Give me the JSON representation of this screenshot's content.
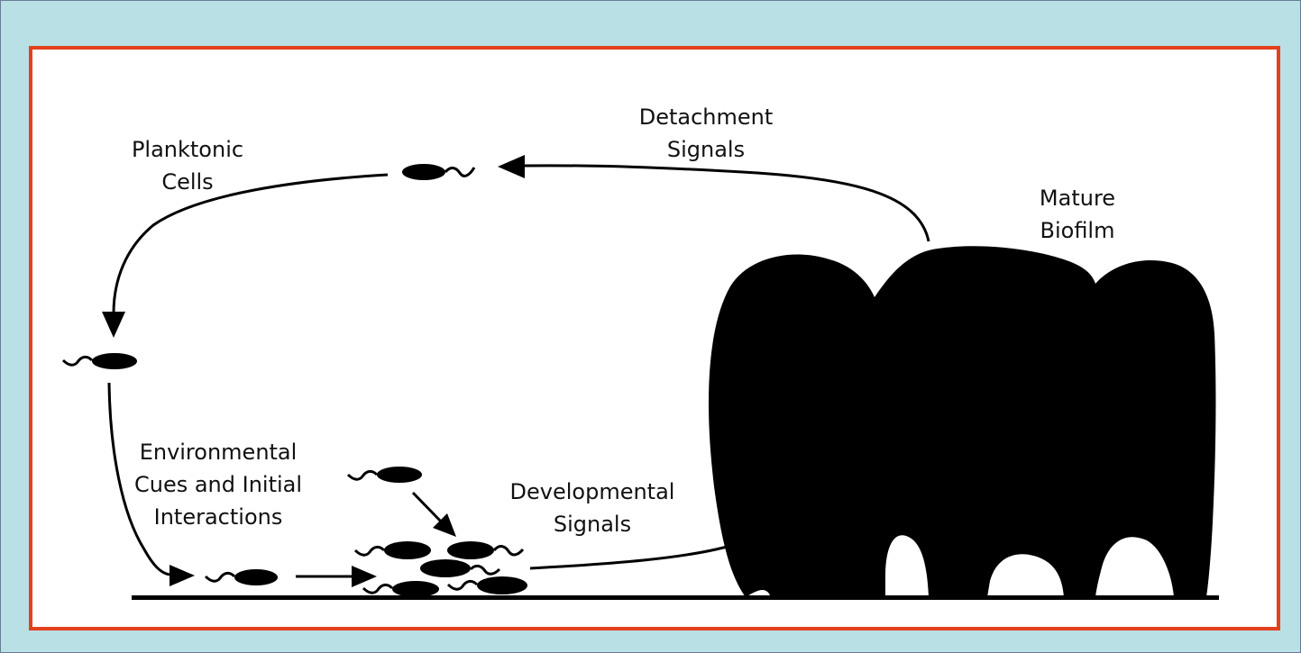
{
  "labels": {
    "planktonic": "Planktonic\nCells",
    "detachment": "Detachment\nSignals",
    "mature": "Mature\nBiofilm",
    "environmental": "Environmental\nCues and Initial\nInteractions",
    "developmental": "Developmental\nSignals"
  },
  "colors": {
    "background": "#b9e0e4",
    "frame_border": "#e4401c",
    "panel": "#ffffff",
    "ink": "#000000"
  }
}
